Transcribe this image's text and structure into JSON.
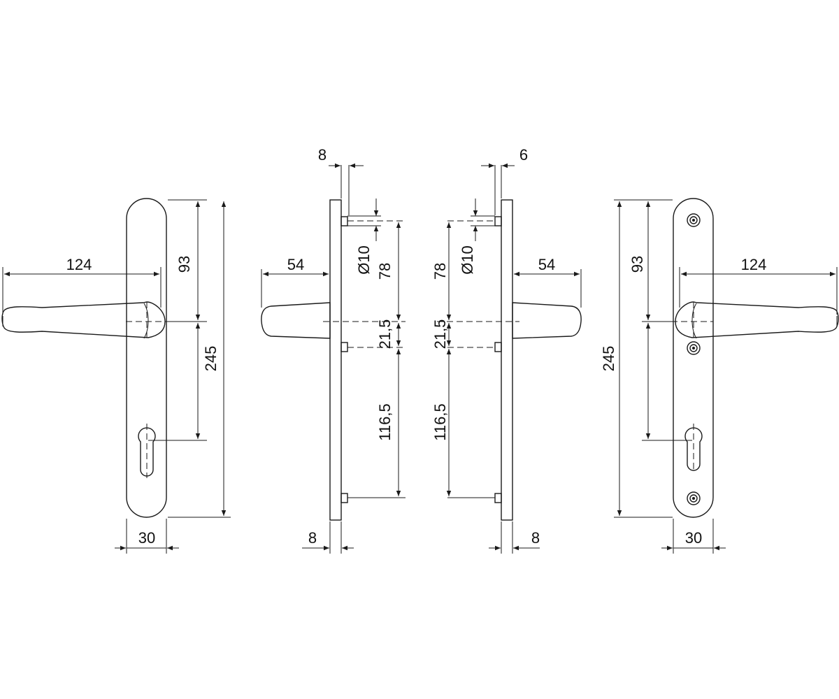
{
  "dimensions": {
    "front_left": {
      "lever_length": "124",
      "spindle_to_cylinder": "93",
      "plate_length": "245",
      "plate_width": "30"
    },
    "side_left": {
      "plate_thickness_top": "8",
      "plate_thickness_bottom": "8",
      "lever_projection": "54",
      "bolt_diameter": "Ø10",
      "bolt_to_spindle": "78",
      "spindle_to_bolt": "21,5",
      "bolt_spacing": "116,5"
    },
    "side_right": {
      "plate_thickness_top": "6",
      "plate_thickness_bottom": "8",
      "lever_projection": "54",
      "bolt_diameter": "Ø10",
      "bolt_to_spindle": "78",
      "spindle_to_bolt": "21,5",
      "bolt_spacing": "116,5"
    },
    "front_right": {
      "lever_length": "124",
      "spindle_to_cylinder": "93",
      "plate_length": "245",
      "plate_width": "30"
    }
  }
}
